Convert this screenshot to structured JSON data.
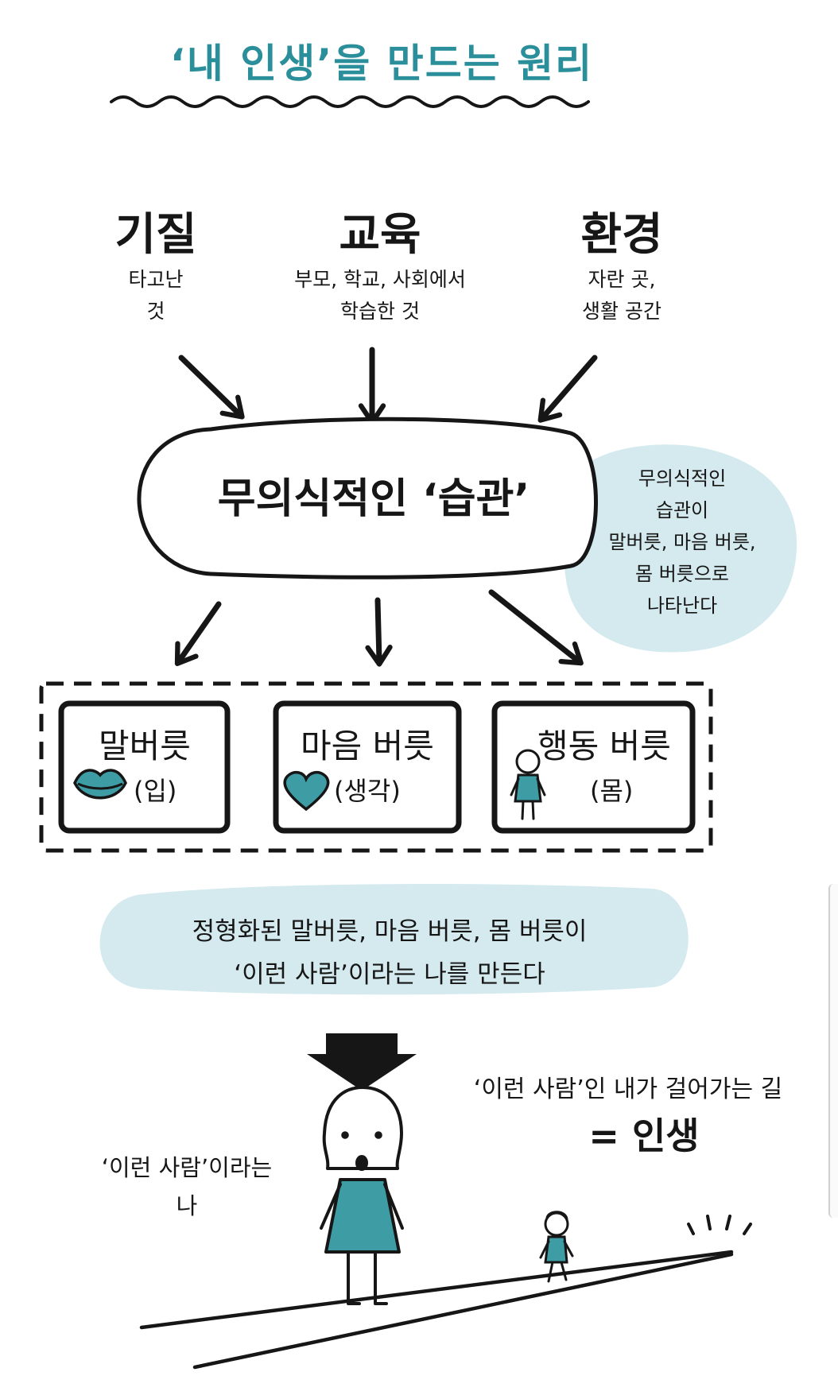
{
  "title": "‘내 인생’을 만드는 원리",
  "factors": [
    {
      "head": "기질",
      "sub1": "타고난",
      "sub2": "것"
    },
    {
      "head": "교육",
      "sub1": "부모, 학교, 사회에서",
      "sub2": "학습한 것"
    },
    {
      "head": "환경",
      "sub1": "자란 곳,",
      "sub2": "생활 공간"
    }
  ],
  "habit": "무의식적인 ‘습관’",
  "note": [
    "무의식적인",
    "습관이",
    "말버릇, 마음 버릇,",
    "몸 버릇으로",
    "나타난다"
  ],
  "habits": [
    {
      "title": "말버릇",
      "sub": "(입)",
      "icon": "lips-icon"
    },
    {
      "title": "마음 버릇",
      "sub": "(생각)",
      "icon": "heart-icon"
    },
    {
      "title": "행동 버릇",
      "sub": "(몸)",
      "icon": "person-icon"
    }
  ],
  "band": [
    "정형화된 말버릇, 마음 버릇, 몸 버릇이",
    "‘이런 사람’이라는 나를 만든다"
  ],
  "road_label": "‘이런 사람’인 내가 걸어가는 길",
  "equation": "= 인생",
  "me_label": [
    "‘이런 사람’이라는",
    "나"
  ],
  "colors": {
    "teal": "#2a8f9a",
    "fill": "#3e9ca4",
    "light": "#d4eaee",
    "ink": "#161616"
  }
}
